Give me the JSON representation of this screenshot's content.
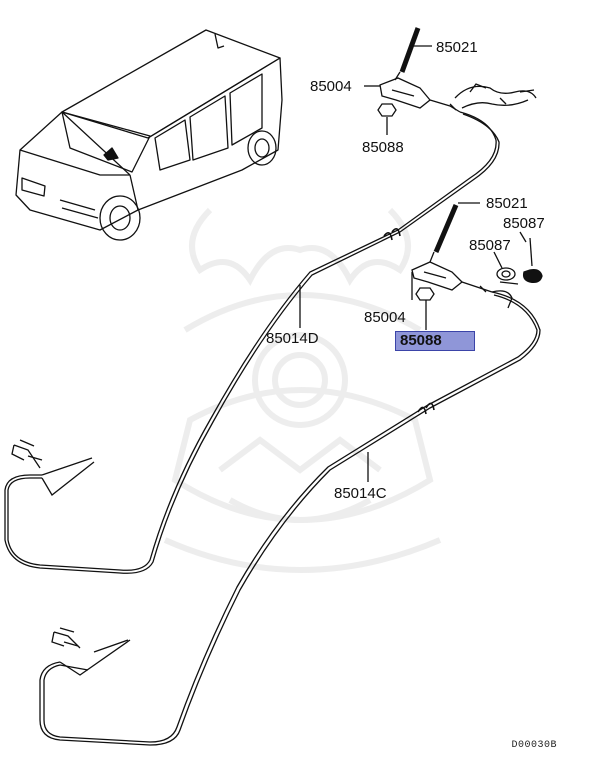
{
  "diagram": {
    "callouts": {
      "c1": "85021",
      "c2": "85004",
      "c3": "85088",
      "c4": "85021",
      "c5": "85087",
      "c6": "85087",
      "c7": "85004",
      "c8": "85088",
      "c9": "85014D",
      "c10": "85014C"
    },
    "highlighted_part": "85088",
    "footer_code": "D00030B"
  }
}
